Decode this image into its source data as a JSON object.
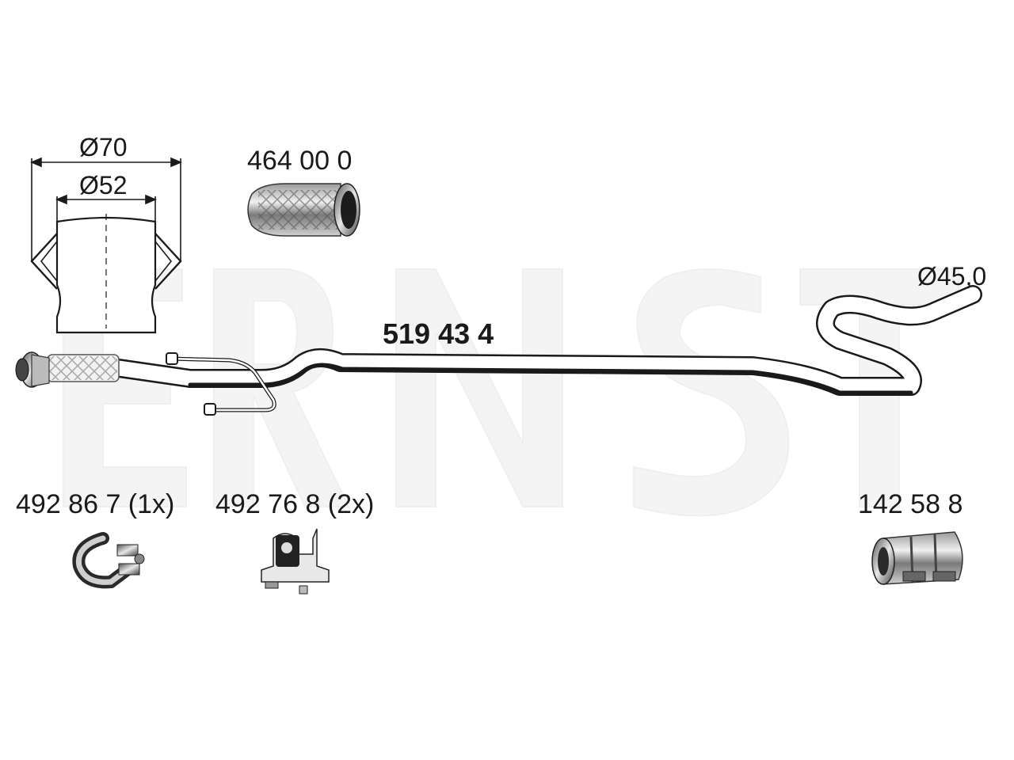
{
  "labels": {
    "main_part": "519 43 4",
    "flex_pipe": "464 00 0",
    "clamp_1": "492 86 7 (1x)",
    "mount": "492 76 8 (2x)",
    "connector": "142 58 8",
    "dia_outer": "Ø70",
    "dia_inner": "Ø52",
    "dia_outlet": "Ø45,0"
  },
  "watermark": {
    "text": "ERNST",
    "color": "#f4f4f4"
  },
  "colors": {
    "line": "#1a1a1a",
    "pipe_fill": "#ffffff",
    "metal_dark": "#3c3c3c",
    "metal_light": "#d8d8d8"
  }
}
